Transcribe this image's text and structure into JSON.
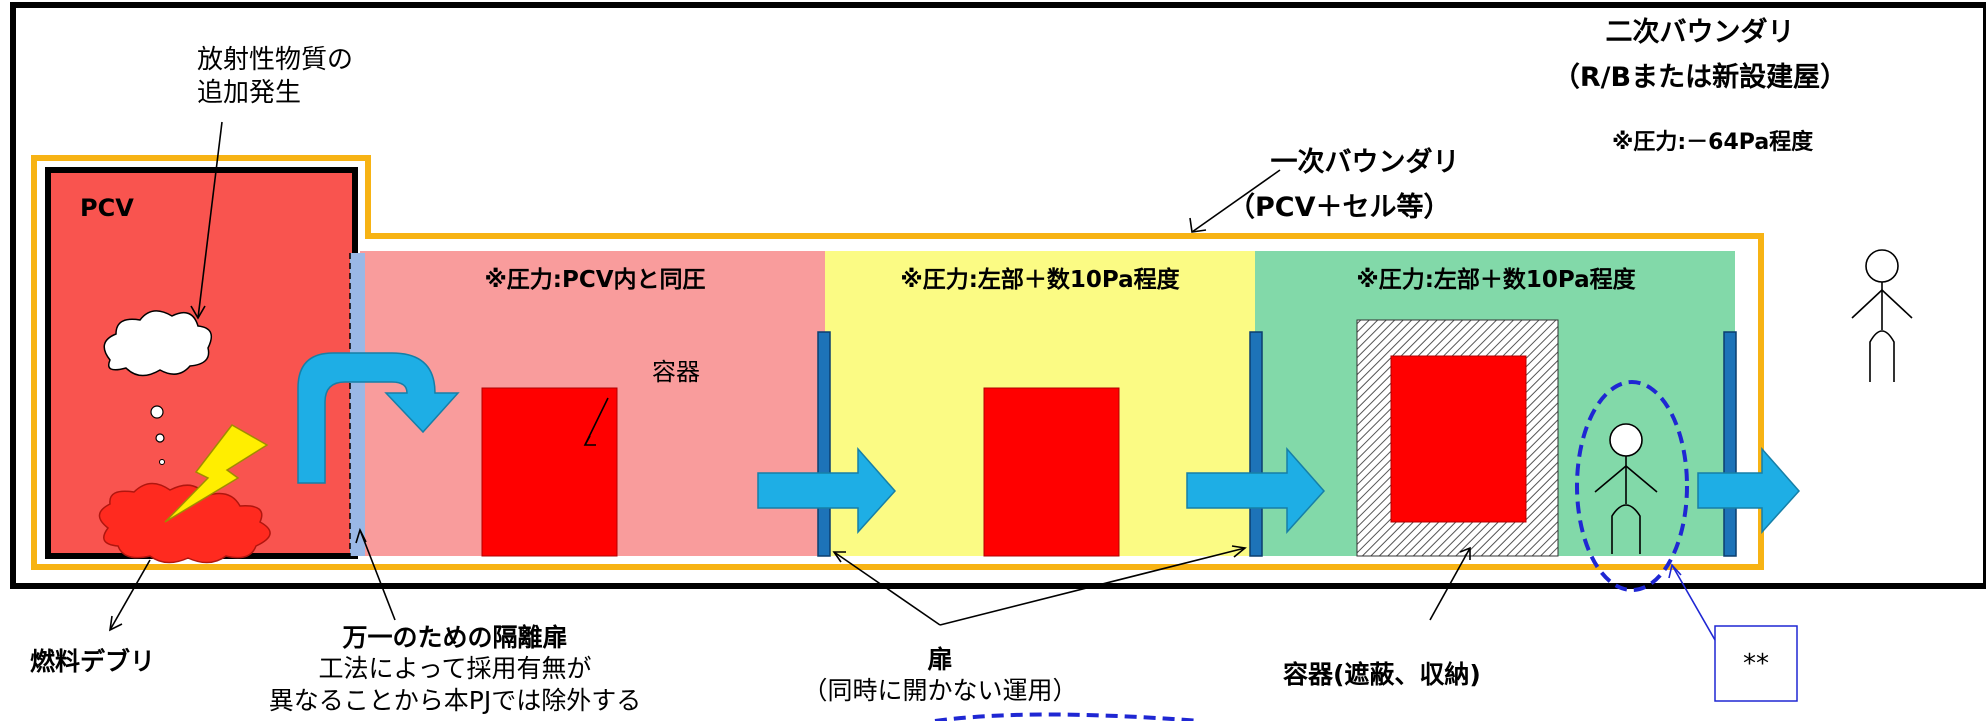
{
  "labels": {
    "secondary_boundary_title": "二次バウンダリ",
    "secondary_boundary_sub": "（R/Bまたは新設建屋）",
    "secondary_pressure": "※圧力:－64Pa程度",
    "primary_boundary_title": "一次バウンダリ",
    "primary_boundary_sub": "（PCV＋セル等）",
    "additional_generation_line1": "放射性物質の",
    "additional_generation_line2": "追加発生",
    "pcv": "PCV",
    "cell1_pressure": "※圧力:PCV内と同圧",
    "cell2_pressure": "※圧力:左部＋数10Pa程度",
    "cell3_pressure": "※圧力:左部＋数10Pa程度",
    "container": "容器",
    "fuel_debris": "燃料デブリ",
    "isolation_door_title": "万一のための隔離扉",
    "isolation_door_line1": "工法によって採用有無が",
    "isolation_door_line2": "異なることから本PJでは除外する",
    "door": "扉",
    "door_note": "（同時に開かない運用）",
    "shielded_container": "容器(遮蔽、収納)",
    "note_box": "**"
  },
  "colors": {
    "pcv_fill": "#f9544f",
    "cell1_fill": "#f99c9c",
    "cell2_fill": "#fbfb84",
    "cell3_fill": "#82d9a9",
    "primary_boundary": "#f7b314",
    "container_fill": "#ff0000",
    "arrow_fill": "#1eaee5",
    "door_fill": "#1d73b8",
    "isolation_door_fill": "#9ab8e6",
    "spark_fill": "#ffee00",
    "dashed_circle": "#1f27d3"
  }
}
